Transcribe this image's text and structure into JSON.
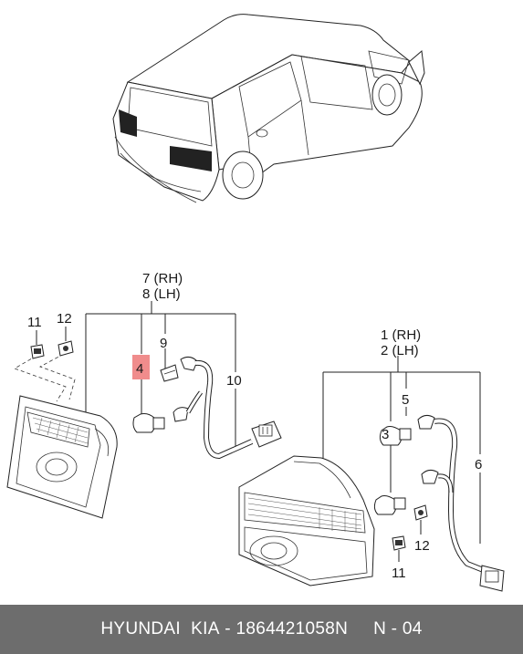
{
  "diagram": {
    "callouts": {
      "rh_top": "7 (RH)",
      "lh_top": "8 (LH)",
      "rh_right": "1 (RH)",
      "lh_right": "2 (LH)",
      "n11_left": "11",
      "n12_left": "12",
      "n9": "9",
      "n4": "4",
      "n10": "10",
      "n5": "5",
      "n3": "3",
      "n6": "6",
      "n12_right": "12",
      "n11_right": "11"
    },
    "highlight_color": "#f08c8c"
  },
  "footer": {
    "brand": "HYUNDAI  KIA",
    "separator": " - ",
    "part_number": "1864421058N",
    "ref": "N - 04"
  }
}
